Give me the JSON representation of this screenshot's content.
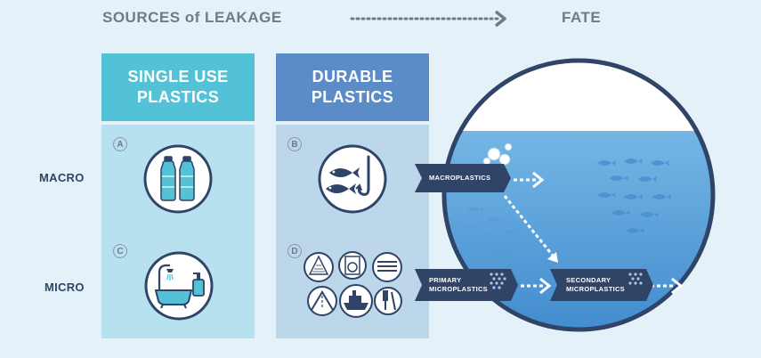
{
  "header": {
    "sources": "SOURCES of LEAKAGE",
    "fate": "FATE"
  },
  "columns": {
    "single_use": "SINGLE USE\nPLASTICS",
    "durable": "DURABLE\nPLASTICS"
  },
  "rows": {
    "macro": "MACRO",
    "micro": "MICRO"
  },
  "cells": {
    "a": "A",
    "b": "B",
    "c": "C",
    "d": "D"
  },
  "fate_labels": {
    "macroplastics": "MACROPLASTICS",
    "primary": "PRIMARY\nMICROPLASTICS",
    "secondary": "SECONDARY\nMICROPLASTICS"
  },
  "colors": {
    "single_use_header": "#54c2d6",
    "single_use_body": "#b7e1ee",
    "durable_header": "#5b8cc7",
    "durable_body": "#bcd7ea",
    "navy": "#2f4467",
    "ocean": "#6aaee0"
  }
}
